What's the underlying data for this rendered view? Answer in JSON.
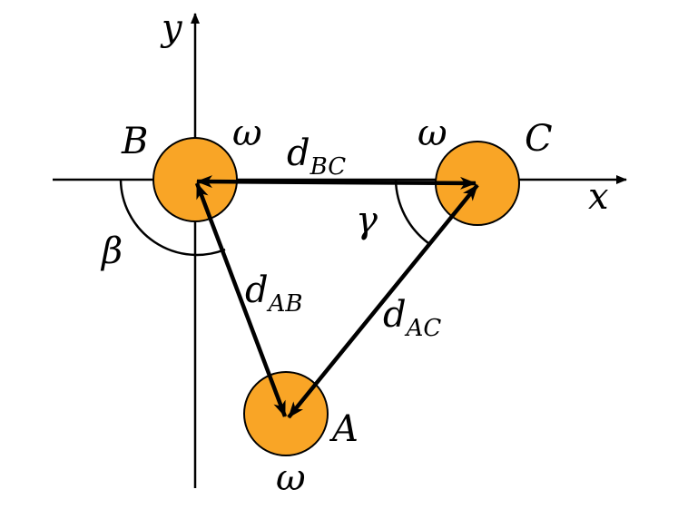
{
  "axes": {
    "x_label": "x",
    "y_label": "y"
  },
  "particles": {
    "A": {
      "label": "A",
      "omega": "ω"
    },
    "B": {
      "label": "B",
      "omega": "ω"
    },
    "C": {
      "label": "C",
      "omega": "ω"
    }
  },
  "distances": {
    "bc": {
      "main": "d",
      "sub": "BC"
    },
    "ab": {
      "main": "d",
      "sub": "AB"
    },
    "ac": {
      "main": "d",
      "sub": "AC"
    }
  },
  "angles": {
    "beta": "β",
    "gamma": "γ"
  },
  "colors": {
    "particle_fill": "#F9A526",
    "particle_stroke": "#000000",
    "line": "#000000",
    "background": "#FFFFFF"
  }
}
